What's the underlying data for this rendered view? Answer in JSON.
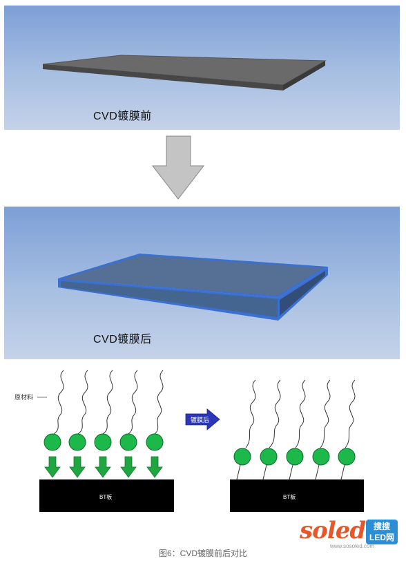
{
  "panels": {
    "before_label": "CVD镀膜前",
    "after_label": "CVD镀膜后"
  },
  "process": {
    "raw_material_label": "原材料",
    "step_arrow_label": "镀膜后",
    "board_label_left": "BT板",
    "board_label_right": "BT板"
  },
  "caption": "图6：CVD镀膜前后对比",
  "watermark": {
    "brand": "soled",
    "badge_line1": "搜搜",
    "badge_line2": "LED网",
    "url": "www.sosoled.com"
  },
  "colors": {
    "panel_top": "#7d9fd6",
    "panel_bottom": "#c5d2e9",
    "plate_gray": "#5e5e5e",
    "plate_coated": "#4c6b96",
    "coating_edge": "#3b6fd0",
    "sphere_green": "#1db84a",
    "arrow_green": "#1fa640",
    "board_black": "#000000",
    "step_arrow_blue": "#2b36b8"
  }
}
